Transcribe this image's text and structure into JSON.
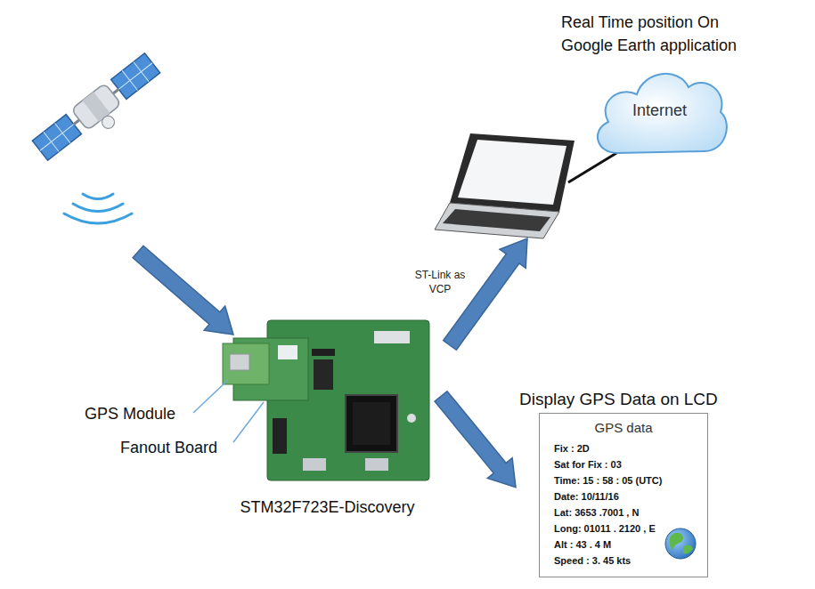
{
  "diagram": {
    "nodes": [
      {
        "text": [
          "Real Time position On Google Earth application",
          "Internet"
        ]
      },
      {
        "text": [
          "STM32F723E-Discovery"
        ]
      },
      {
        "text": [
          "Display GPS Data on LCD",
          "GPS data",
          "Fix : 2D",
          "Sat for Fix : 03",
          "Time: 15 : 58 : 05 (UTC)",
          "Date: 10/11/16",
          "Lat: 3653 .7001 , N",
          "Long: 01011 . 2120 , E",
          "Alt : 43 . 4 M",
          "Speed : 3. 45 kts"
        ]
      }
    ],
    "edges": [
      {
        "from": 1,
        "to": 2,
        "arrow": "to"
      }
    ],
    "labels": [
      "ST-Link as VCP",
      "GPS Module",
      "Fanout Board"
    ]
  }
}
